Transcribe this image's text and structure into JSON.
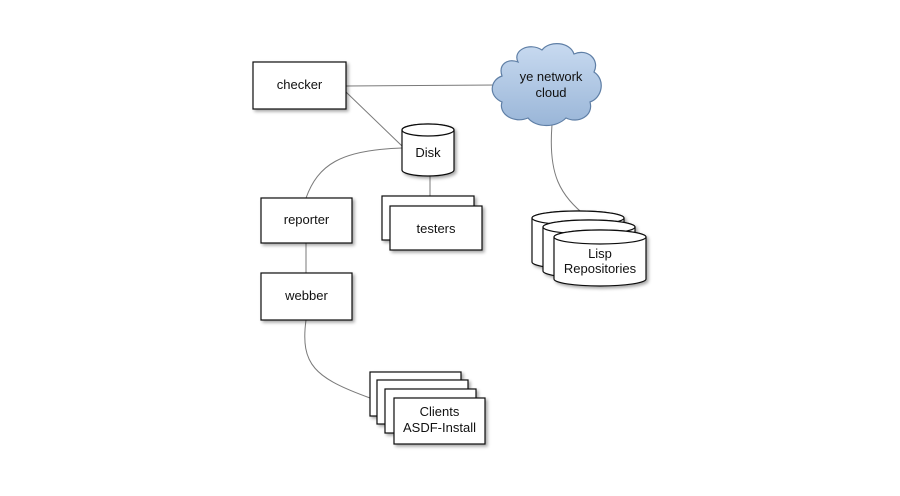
{
  "nodes": {
    "checker": "checker",
    "cloud_line1": "ye network",
    "cloud_line2": "cloud",
    "disk": "Disk",
    "reporter": "reporter",
    "testers": "testers",
    "webber": "webber",
    "repos_line1": "Lisp",
    "repos_line2": "Repositories",
    "clients_line1": "Clients",
    "clients_line2": "ASDF-Install"
  },
  "colors": {
    "cloud_fill": "#aec6e2",
    "cloud_stroke": "#5f7fa6",
    "connector": "#7a7a7a"
  }
}
